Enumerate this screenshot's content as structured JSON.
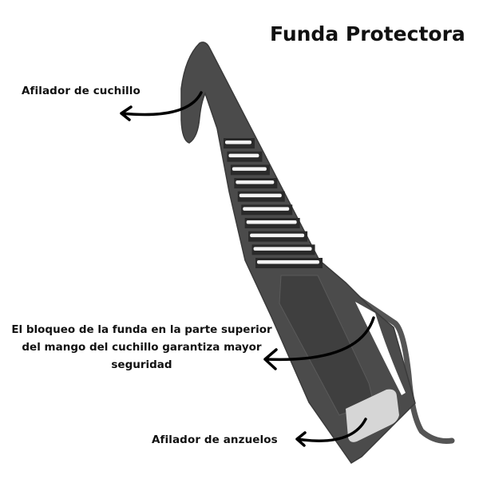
{
  "title": "Funda Protectora",
  "labels": {
    "knife_sharpener": "Afilador de cuchillo",
    "lock_line1": "El bloqueo de la funda en la parte superior",
    "lock_line2": "del mango del cuchillo garantiza mayor",
    "lock_line3": "seguridad",
    "hook_sharpener": "Afilador de anzuelos"
  },
  "colors": {
    "body": "#4b4b4b",
    "panel": "#3f3f3f",
    "pad": "#d6d6d6",
    "arrow": "#000000"
  }
}
